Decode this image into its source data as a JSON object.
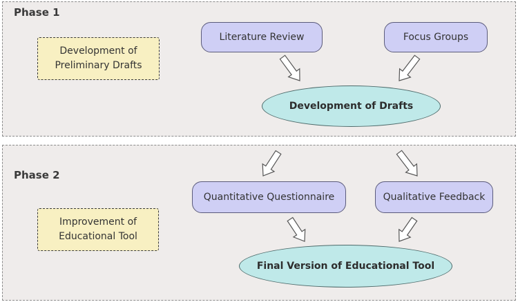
{
  "phase1": {
    "title": "Phase 1",
    "note": [
      "Development of",
      "Preliminary Drafts"
    ],
    "inputs": [
      "Literature Review",
      "Focus Groups"
    ],
    "output": "Development of Drafts"
  },
  "phase2": {
    "title": "Phase 2",
    "note": [
      "Improvement of",
      "Educational Tool"
    ],
    "inputs": [
      "Quantitative Questionnaire",
      "Qualitative Feedback"
    ],
    "output": "Final Version of Educational Tool"
  },
  "colors": {
    "panel_bg": "#efeceb",
    "note_bg": "#f8f0c2",
    "pill_bg": "#cfcff5",
    "ellipse_bg": "#bfe9e9"
  }
}
